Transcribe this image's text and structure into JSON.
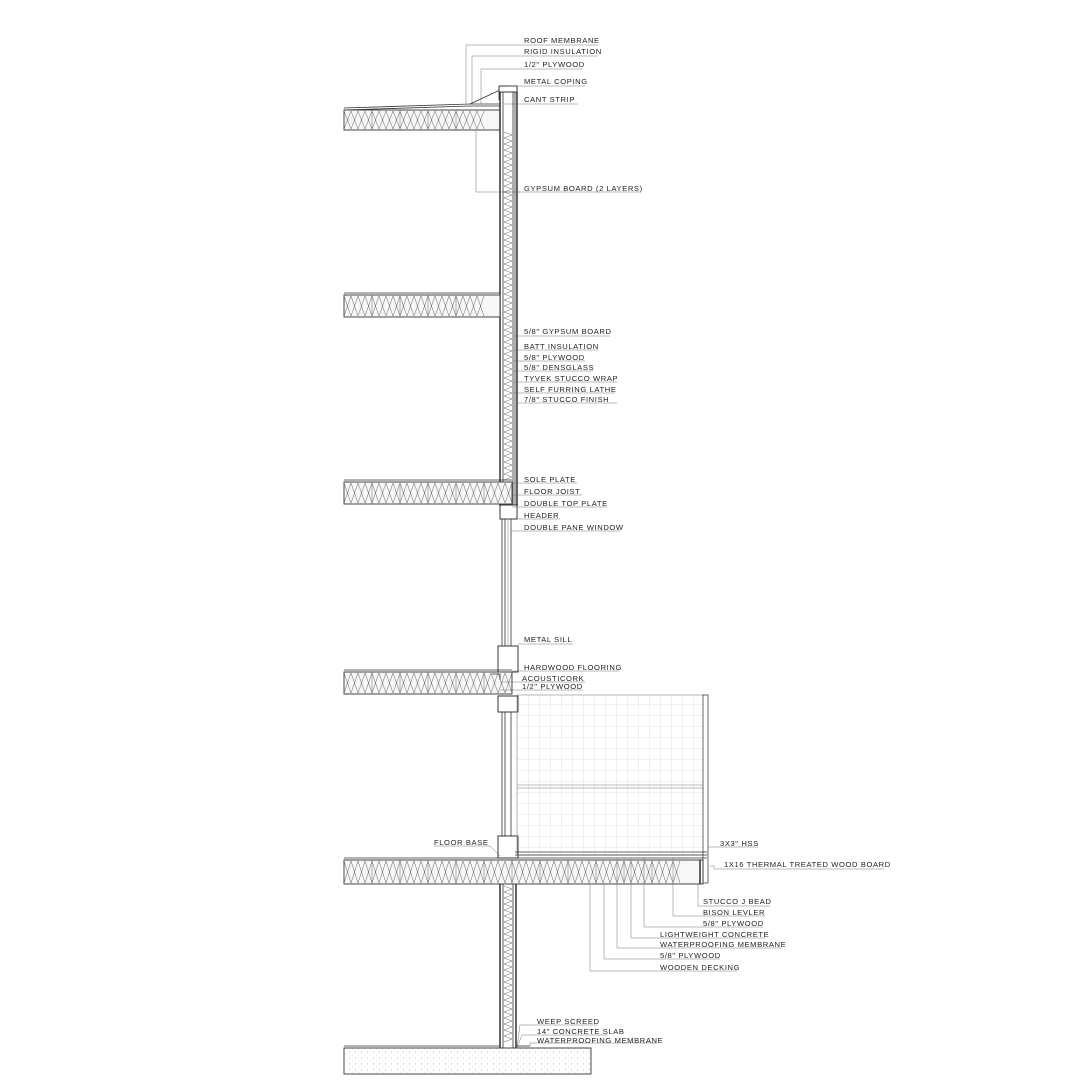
{
  "labels": {
    "roof_membrane": "ROOF MEMBRANE",
    "rigid_insulation": "RIGID INSULATION",
    "plywood_half_roof": "1/2\" PLYWOOD",
    "metal_coping": "METAL COPING",
    "cant_strip": "CANT STRIP",
    "gypsum_board_2_layers": "GYPSUM BOARD (2 LAYERS)",
    "gypsum_board_5_8": "5/8\" GYPSUM BOARD",
    "batt_insulation": "BATT INSULATION",
    "plywood_5_8_wall": "5/8\" PLYWOOD",
    "densglass": "5/8\" DENSGLASS",
    "tyvek": "TYVEK STUCCO WRAP",
    "self_furring_lathe": "SELF FURRING LATHE",
    "stucco_finish": "7/8\" STUCCO FINISH",
    "sole_plate": "SOLE PLATE",
    "floor_joist": "FLOOR JOIST",
    "double_top_plate": "DOUBLE TOP PLATE",
    "header": "HEADER",
    "double_pane_window": "DOUBLE PANE WINDOW",
    "metal_sill": "METAL SILL",
    "hardwood_flooring": "HARDWOOD FLOORING",
    "acousticork": "ACOUSTICORK",
    "plywood_half_floor": "1/2\" PLYWOOD",
    "floor_base": "FLOOR BASE",
    "hss": "3X3\" HSS",
    "thermal_wood_board": "1X16 THERMAL TREATED WOOD BOARD",
    "stucco_j_bead": "STUCCO J BEAD",
    "bison_levler": "BISON LEVLER",
    "plywood_5_8_deck_a": "5/8\" PLYWOOD",
    "lightweight_concrete": "LIGHTWEIGHT CONCRETE",
    "waterproofing_membrane_deck": "WATERPROOFING MEMBRANE",
    "plywood_5_8_deck_b": "5/8\" PLYWOOD",
    "wooden_decking": "WOODEN DECKING",
    "weep_screed": "WEEP SCREED",
    "concrete_slab": "14\" CONCRETE SLAB",
    "waterproofing_membrane_base": "WATERPROOFING MEMBRANE"
  }
}
